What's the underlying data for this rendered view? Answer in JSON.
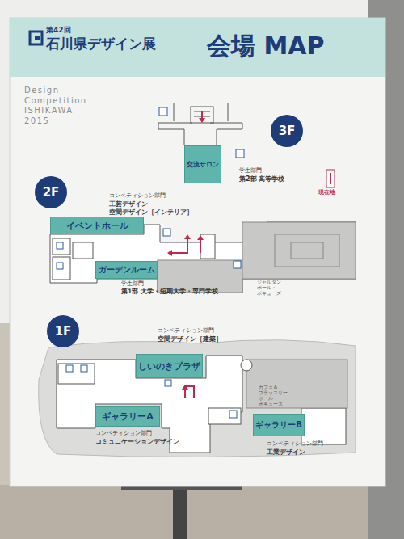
{
  "diagram": {
    "title": "会場 MAP",
    "nodes": [
      {
        "text": [
          "3F"
        ]
      },
      {
        "text": [
          "交流サロン"
        ]
      },
      {
        "text": [
          "2F"
        ]
      },
      {
        "text": [
          "イベントホール"
        ]
      },
      {
        "text": [
          "ガーデンルーム"
        ]
      },
      {
        "text": [
          "1F"
        ]
      },
      {
        "text": [
          "しいのきプラザ"
        ]
      },
      {
        "text": [
          "ギャラリーA"
        ]
      },
      {
        "text": [
          "ギャラリーB"
        ]
      }
    ],
    "labels": [
      "第42回",
      "石川県デザイン展",
      "Design Competition ISHIKAWA 2015",
      "学生部門",
      "第2部 高等学校",
      "現在地",
      "コンペティション部門",
      "工芸デザイン",
      "空間デザイン［インテリア］",
      "ジャルダン ポール・ボキューズ",
      "学生部門",
      "第1部 大学・短期大学・専門学校",
      "コンペティション部門",
      "空間デザイン［建築］",
      "カフェ＆ブラッスリー ポール・ボキューズ",
      "コンペティション部門",
      "コミュニケーションデザイン",
      "コンペティション部門",
      "工業デザイン"
    ]
  }
}
